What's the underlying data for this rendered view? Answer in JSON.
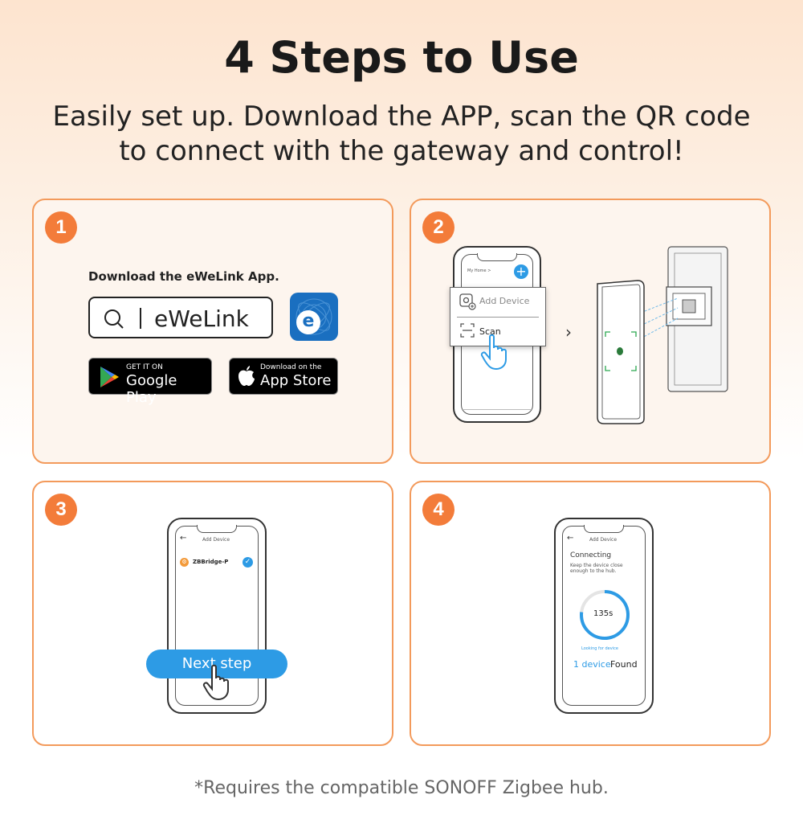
{
  "title": "4 Steps to Use",
  "subtitle": "Easily set up. Download the APP, scan the QR code to connect with the gateway and control!",
  "steps": [
    {
      "number": "1",
      "download_label": "Download the eWeLink App.",
      "search_text": "eWeLink",
      "app_icon_letter": "e",
      "google_play": {
        "small": "GET IT ON",
        "big": "Google Play"
      },
      "app_store": {
        "small": "Download on the",
        "big": "App Store"
      }
    },
    {
      "number": "2",
      "home_label": "My Home >",
      "add_device": "Add Device",
      "scan": "Scan",
      "arrow": "›"
    },
    {
      "number": "3",
      "header": "Add Device",
      "device_name": "ZBBridge-P",
      "next_step": "Next step"
    },
    {
      "number": "4",
      "header": "Add Device",
      "connecting": "Connecting",
      "hint": "Keep the device close enough to the hub.",
      "timer": "135s",
      "looking": "Looking for device",
      "found_count": "1 device",
      "found_label": "Found"
    }
  ],
  "footnote": "*Requires the compatible SONOFF Zigbee hub.",
  "colors": {
    "accent": "#f37c3a",
    "border": "#f39a5b",
    "blue": "#2d9be5"
  }
}
